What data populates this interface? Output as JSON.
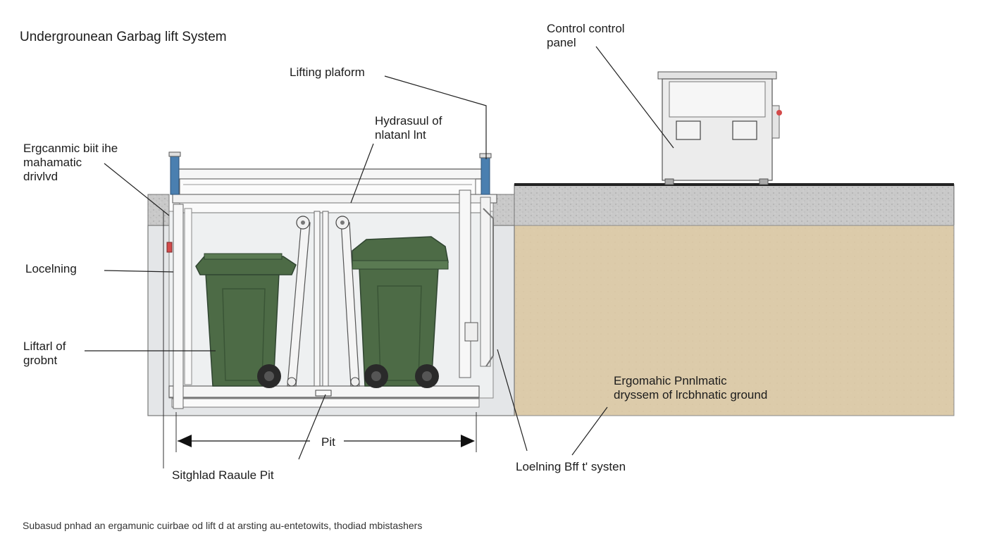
{
  "title": "Undergrounean Garbag lift System",
  "labels": {
    "control_panel": [
      "Control control",
      "panel"
    ],
    "lifting_platform": [
      "Lifting plaform"
    ],
    "hydraulic": [
      "Hydrasuul of",
      "nlatanl lnt"
    ],
    "ergonomic_drive": [
      "Ergcanmic biit ihe",
      "mahamatic",
      "drivlvd"
    ],
    "locking": [
      "Locelning"
    ],
    "liftarl": [
      "Liftarl of",
      "grobnt"
    ],
    "pit": [
      "Pit"
    ],
    "pit_bottom": [
      "Sitghlad Raaule Pit"
    ],
    "locking_system": [
      "Loelning Bff t' systen"
    ],
    "ground": [
      "Ergomahic Pnnlmatic",
      "dryssem of lrcbhnatic ground"
    ]
  },
  "footnote": "Subasud pnhad an ergamunic cuirbae od lift d at arsting au-entetowits, thodiad mbistashers",
  "colors": {
    "bin_green": "#4d6b46",
    "bin_dark": "#3a5536",
    "wheel": "#2a2a2a",
    "soil": "#dccbaa",
    "gravel": "#c8c8c8",
    "pit_wall": "#e6e8ea",
    "frame": "#f3f3f3",
    "post_blue": "#4a7fb0",
    "panel_body": "#e9e9e9",
    "indicator_red": "#d34a4a"
  }
}
